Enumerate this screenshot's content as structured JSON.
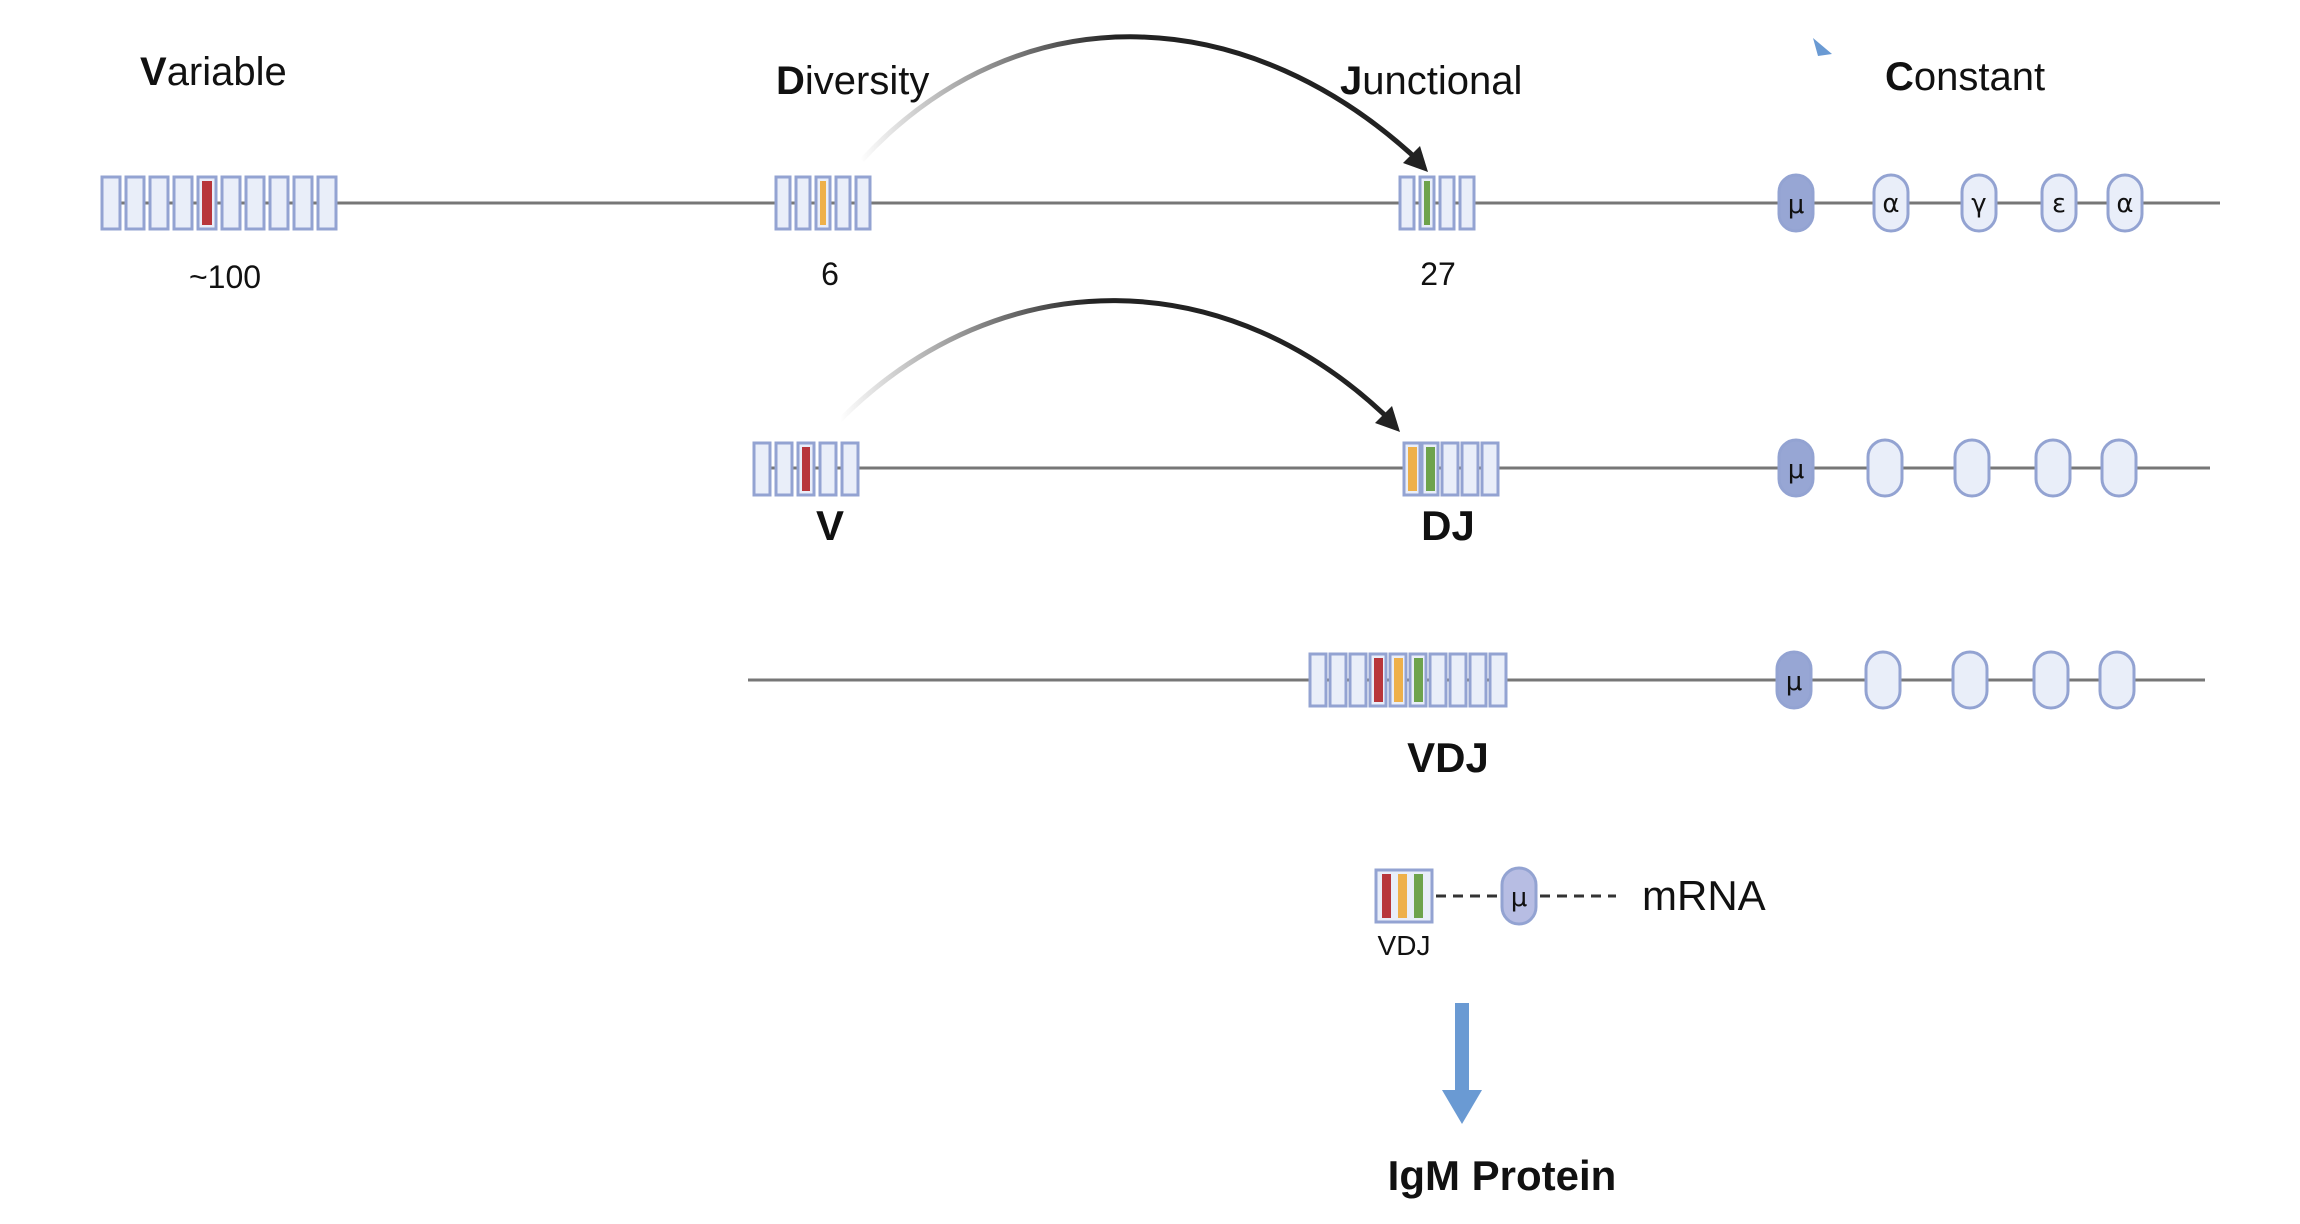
{
  "segments": {
    "variable": {
      "initial": "V",
      "rest": "ariable",
      "count": "~100"
    },
    "diversity": {
      "initial": "D",
      "rest": "iversity",
      "count": "6"
    },
    "junctional": {
      "initial": "J",
      "rest": "unctional",
      "count": "27"
    },
    "constant": {
      "initial": "C",
      "rest": "onstant"
    }
  },
  "constant_genes": [
    "μ",
    "α",
    "γ",
    "ε",
    "α"
  ],
  "stages": {
    "v_label": "V",
    "dj_label": "DJ",
    "vdj_label": "VDJ"
  },
  "transcript": {
    "vdj_label": "VDJ",
    "mu_label": "μ",
    "label": "mRNA"
  },
  "product": {
    "label": "IgM Protein"
  },
  "colors": {
    "segment_fill": "#e9eef9",
    "segment_stroke": "#93a3d2",
    "line": "#777777",
    "v_selected": "#b8363b",
    "d_selected": "#eeb04a",
    "j_selected": "#6ea34c",
    "mu_fill": "#97a6d4",
    "arrow_blue": "#6a9ad3"
  }
}
